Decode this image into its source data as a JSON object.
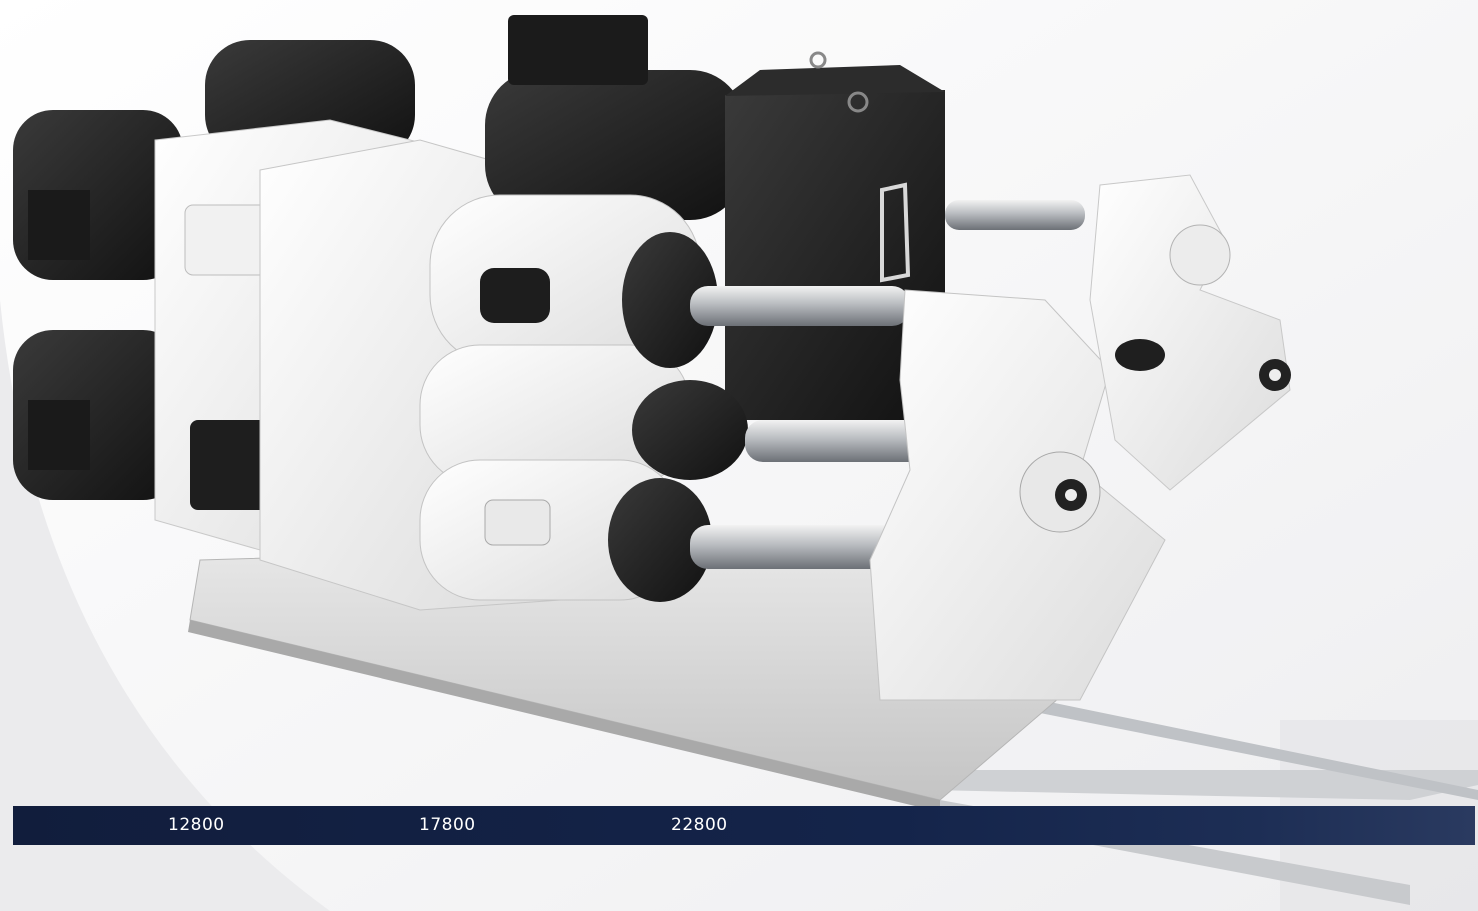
{
  "photo": {
    "subject_icon": "injection-molding-machine-icon"
  },
  "series_band": {
    "labels": [
      "12800",
      "17800",
      "22800"
    ],
    "color": "#111d3c"
  }
}
